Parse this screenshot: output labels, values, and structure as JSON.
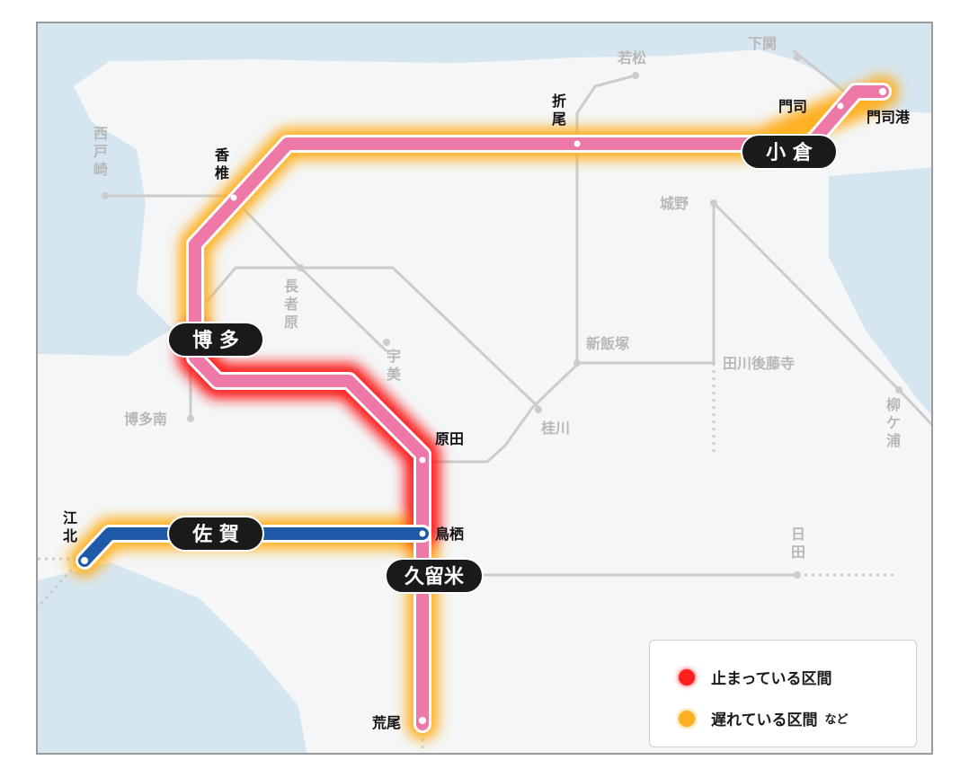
{
  "colors": {
    "sea": "#d6e6f1",
    "land": "#f4f6f7",
    "gray_line": "#cccccc",
    "pink_line": "#ee79a8",
    "blue_line": "#1f5aa8",
    "stopped": "#ff1f1f",
    "delayed": "#ffb020",
    "pill": "#1a1a1a"
  },
  "major_stations": {
    "kokura": "小 倉",
    "hakata": "博 多",
    "saga": "佐 賀",
    "kurume": "久留米"
  },
  "stations": {
    "shimonoseki": "下関",
    "mojiko": "門司港",
    "moji": "門司",
    "wakamatsu": "若松",
    "orio": "折\n尾",
    "kashii": "香\n椎",
    "nishitozaki": "西\n戸\n崎",
    "jono": "城野",
    "chojabaru": "長\n者\n原",
    "umi": "宇\n美",
    "shiniizuka": "新飯塚",
    "tagawagotoji": "田川後藤寺",
    "hakataminami": "博多南",
    "keisen": "桂川",
    "harada": "原田",
    "yanagaura": "柳\nケ\n浦",
    "tosu": "鳥栖",
    "kohoku": "江\n北",
    "hita": "日\n田",
    "arao": "荒尾"
  },
  "legend": {
    "stopped_label": "止まっている区間",
    "delayed_label": "遅れている区間",
    "delayed_suffix": "など"
  }
}
